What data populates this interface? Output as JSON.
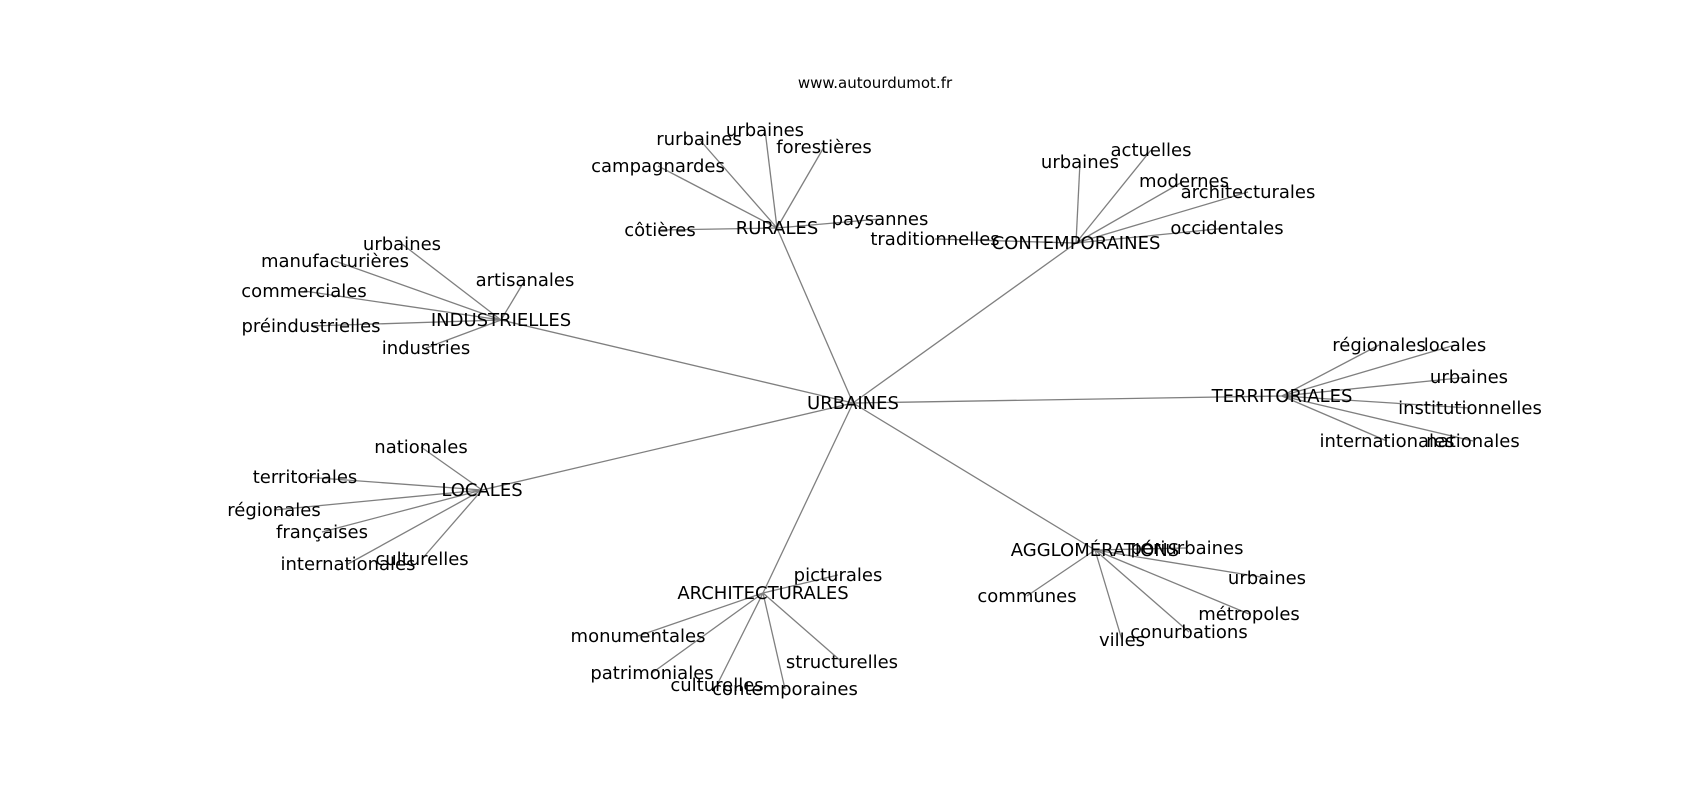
{
  "source": "www.autourdumot.fr",
  "root": "URBAINES",
  "clusters": [
    {
      "hub": "RURALES",
      "leaves": [
        "rurbaines",
        "urbaines",
        "forestières",
        "campagnardes",
        "côtières",
        "paysannes"
      ]
    },
    {
      "hub": "CONTEMPORAINES",
      "leaves": [
        "urbaines",
        "actuelles",
        "modernes",
        "architecturales",
        "occidentales",
        "traditionnelles"
      ]
    },
    {
      "hub": "INDUSTRIELLES",
      "leaves": [
        "urbaines",
        "manufacturières",
        "artisanales",
        "commerciales",
        "préindustrielles",
        "industries"
      ]
    },
    {
      "hub": "TERRITORIALES",
      "leaves": [
        "régionales",
        "locales",
        "urbaines",
        "institutionnelles",
        "internationales",
        "nationales"
      ]
    },
    {
      "hub": "LOCALES",
      "leaves": [
        "nationales",
        "territoriales",
        "régionales",
        "françaises",
        "internationales",
        "culturelles"
      ]
    },
    {
      "hub": "ARCHITECTURALES",
      "leaves": [
        "picturales",
        "monumentales",
        "patrimoniales",
        "culturelles",
        "contemporaines",
        "structurelles"
      ]
    },
    {
      "hub": "AGGLOMÉRATIONS",
      "leaves": [
        "périurbaines",
        "communes",
        "urbaines",
        "métropoles",
        "conurbations",
        "villes"
      ]
    }
  ]
}
